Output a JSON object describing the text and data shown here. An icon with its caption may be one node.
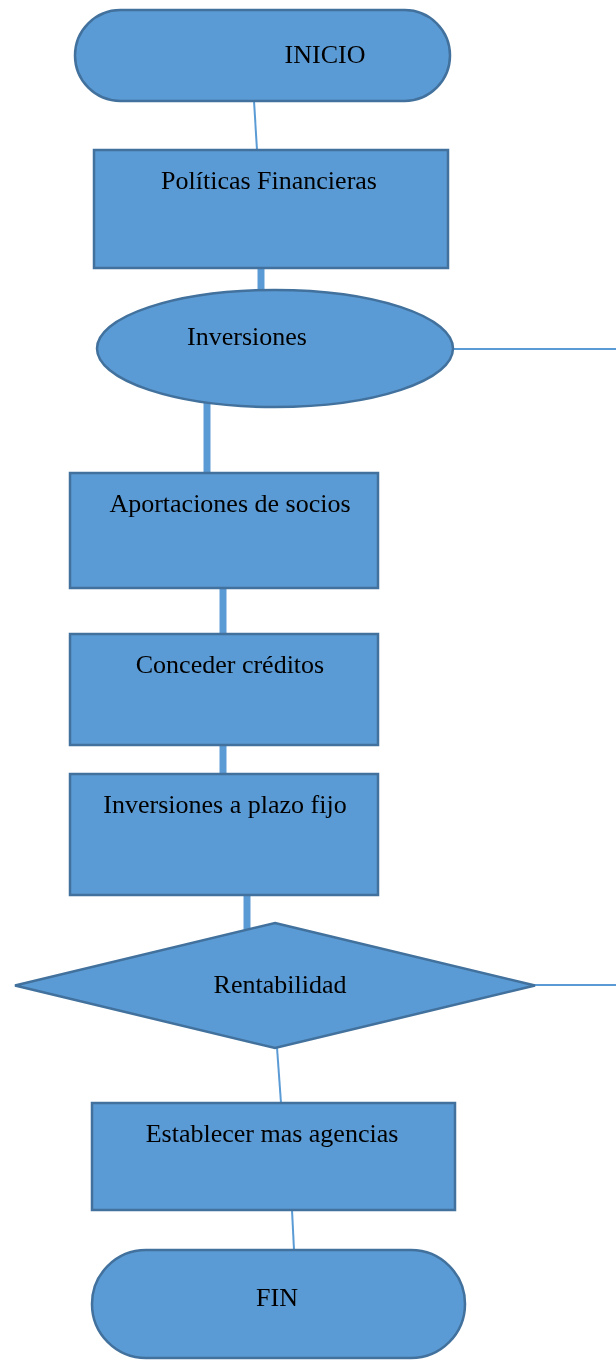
{
  "diagram": {
    "nodes": [
      {
        "text": [
          "INICIO"
        ]
      },
      {
        "text": [
          "Políticas Financieras"
        ]
      },
      {
        "text": [
          "Inversiones"
        ]
      },
      {
        "text": [
          "Aportaciones de socios"
        ]
      },
      {
        "text": [
          "Conceder créditos"
        ]
      },
      {
        "text": [
          "Inversiones a plazo fijo"
        ]
      },
      {
        "text": [
          "Rentabilidad"
        ]
      },
      {
        "text": [
          "Establecer mas agencias"
        ]
      },
      {
        "text": [
          "FIN"
        ]
      }
    ],
    "edges": [
      {
        "from": 0,
        "to": 1,
        "arrow": "none"
      },
      {
        "from": 1,
        "to": 2,
        "arrow": "none",
        "style": "thick"
      },
      {
        "from": 2,
        "to": null,
        "arrow": "none"
      },
      {
        "from": 2,
        "to": 3,
        "arrow": "none",
        "style": "thick"
      },
      {
        "from": 3,
        "to": 4,
        "arrow": "none",
        "style": "thick"
      },
      {
        "from": 4,
        "to": 5,
        "arrow": "none",
        "style": "thick"
      },
      {
        "from": 5,
        "to": 6,
        "arrow": "none",
        "style": "thick"
      },
      {
        "from": 6,
        "to": null,
        "arrow": "none"
      },
      {
        "from": 6,
        "to": 7,
        "arrow": "none"
      },
      {
        "from": 7,
        "to": 8,
        "arrow": "none"
      }
    ]
  }
}
